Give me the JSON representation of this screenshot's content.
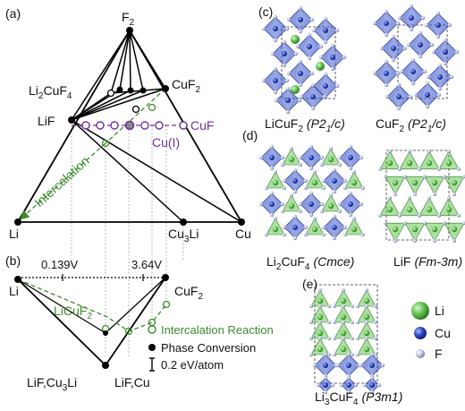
{
  "panels": {
    "a": {
      "label": "(a)",
      "vertices": {
        "top": "F",
        "top_sub": "2",
        "left": "Li",
        "right": "Cu"
      },
      "compounds": {
        "cuf2": "CuF",
        "cuf2_sub": "2",
        "li2cuf4_a": "Li",
        "li2cuf4_b": "2",
        "li2cuf4_c": "CuF",
        "li2cuf4_d": "4",
        "lif": "LiF",
        "cu3li_a": "Cu",
        "cu3li_b": "3",
        "cu3li_c": "Li",
        "cuf": "CuF",
        "cu1": "Cu(I)"
      },
      "arrow_label": "Intercalation"
    },
    "b": {
      "label": "(b)",
      "voltage_left": "0.139V",
      "voltage_right": "3.64V",
      "left_end": "Li",
      "right_end_a": "CuF",
      "right_end_b": "2",
      "licuf2_a": "LiCuF",
      "licuf2_b": "2",
      "bottom_left_a": "LiF,Cu",
      "bottom_left_b": "3",
      "bottom_left_c": "Li",
      "bottom_right": "LiF,Cu",
      "legend": {
        "intercalation": "Intercalation Reaction",
        "conversion": "Phase Conversion",
        "scale": "0.2 eV/atom"
      }
    },
    "c": {
      "label": "(c)",
      "s1_a": "LiCuF",
      "s1_b": "2",
      "s1_c": "(P2",
      "s1_d": "1",
      "s1_e": "/c)",
      "s2_a": "CuF",
      "s2_b": "2",
      "s2_c": "(P2",
      "s2_d": "1",
      "s2_e": "/c)"
    },
    "d": {
      "label": "(d)",
      "s1_a": "Li",
      "s1_b": "2",
      "s1_c": "CuF",
      "s1_d": "4",
      "s1_e": "(Cmce)",
      "s2_a": "LiF",
      "s2_b": "(Fm-3m)"
    },
    "e": {
      "label": "(e)",
      "s1_a": "Li",
      "s1_b": "3",
      "s1_c": "CuF",
      "s1_d": "4",
      "s1_e": "(P3m1)",
      "legend": {
        "li": "Li",
        "cu": "Cu",
        "f": "F"
      }
    }
  },
  "colors": {
    "green": "#3e8a2e",
    "purple": "#7030a0",
    "blue": "#2b48c7",
    "li_green": "#5ec24a",
    "f_gray": "#b8bfe0"
  }
}
